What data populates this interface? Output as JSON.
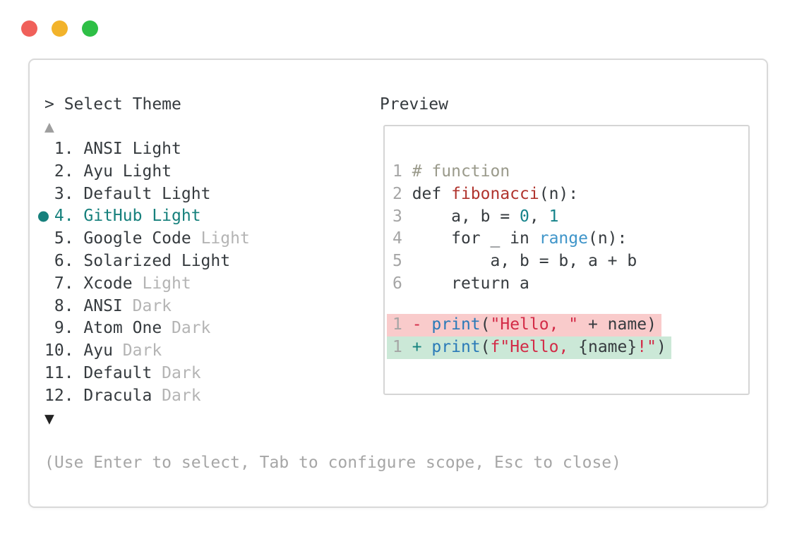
{
  "window": {
    "traffic_lights": [
      {
        "name": "close",
        "color": "#f0605a"
      },
      {
        "name": "minimize",
        "color": "#f2b32b"
      },
      {
        "name": "zoom",
        "color": "#2ebf46"
      }
    ]
  },
  "theme_picker": {
    "prompt": "> Select Theme",
    "scroll_up_icon": "▲",
    "scroll_down_icon": "▼",
    "items": [
      {
        "num": 1,
        "name": "ANSI",
        "variant": "Light",
        "variant_dim": false,
        "selected": false
      },
      {
        "num": 2,
        "name": "Ayu",
        "variant": "Light",
        "variant_dim": false,
        "selected": false
      },
      {
        "num": 3,
        "name": "Default",
        "variant": "Light",
        "variant_dim": false,
        "selected": false
      },
      {
        "num": 4,
        "name": "GitHub",
        "variant": "Light",
        "variant_dim": false,
        "selected": true
      },
      {
        "num": 5,
        "name": "Google Code",
        "variant": "Light",
        "variant_dim": true,
        "selected": false
      },
      {
        "num": 6,
        "name": "Solarized",
        "variant": "Light",
        "variant_dim": false,
        "selected": false
      },
      {
        "num": 7,
        "name": "Xcode",
        "variant": "Light",
        "variant_dim": true,
        "selected": false
      },
      {
        "num": 8,
        "name": "ANSI",
        "variant": "Dark",
        "variant_dim": true,
        "selected": false
      },
      {
        "num": 9,
        "name": "Atom One",
        "variant": "Dark",
        "variant_dim": true,
        "selected": false
      },
      {
        "num": 10,
        "name": "Ayu",
        "variant": "Dark",
        "variant_dim": true,
        "selected": false
      },
      {
        "num": 11,
        "name": "Default",
        "variant": "Dark",
        "variant_dim": true,
        "selected": false
      },
      {
        "num": 12,
        "name": "Dracula",
        "variant": "Dark",
        "variant_dim": true,
        "selected": false
      }
    ],
    "footer_hint": "(Use Enter to select, Tab to configure scope, Esc to close)"
  },
  "preview": {
    "label": "Preview",
    "code_lines": [
      {
        "num": "1",
        "tokens": [
          {
            "t": "# function",
            "c": "comment"
          }
        ]
      },
      {
        "num": "2",
        "tokens": [
          {
            "t": "def ",
            "c": "text"
          },
          {
            "t": "fibonacci",
            "c": "func"
          },
          {
            "t": "(n):",
            "c": "text"
          }
        ]
      },
      {
        "num": "3",
        "tokens": [
          {
            "t": "    a, b = ",
            "c": "text"
          },
          {
            "t": "0",
            "c": "number"
          },
          {
            "t": ", ",
            "c": "text"
          },
          {
            "t": "1",
            "c": "number"
          }
        ]
      },
      {
        "num": "4",
        "tokens": [
          {
            "t": "    for _ in ",
            "c": "text"
          },
          {
            "t": "range",
            "c": "builtin"
          },
          {
            "t": "(n):",
            "c": "text"
          }
        ]
      },
      {
        "num": "5",
        "tokens": [
          {
            "t": "        a, b = b, a + b",
            "c": "text"
          }
        ]
      },
      {
        "num": "6",
        "tokens": [
          {
            "t": "    return a",
            "c": "text"
          }
        ]
      }
    ],
    "diff_lines": [
      {
        "num": "1",
        "sign": "-",
        "type": "removed",
        "tokens": [
          {
            "t": "print",
            "c": "print"
          },
          {
            "t": "(",
            "c": "text"
          },
          {
            "t": "\"Hello, \"",
            "c": "string"
          },
          {
            "t": " + name)",
            "c": "text"
          }
        ]
      },
      {
        "num": "1",
        "sign": "+",
        "type": "added",
        "tokens": [
          {
            "t": "print",
            "c": "print"
          },
          {
            "t": "(",
            "c": "text"
          },
          {
            "t": "f\"Hello, ",
            "c": "string"
          },
          {
            "t": "{name}",
            "c": "text"
          },
          {
            "t": "!\"",
            "c": "string"
          },
          {
            "t": ")",
            "c": "text"
          }
        ]
      }
    ]
  },
  "colors": {
    "accent_teal": "#16807c",
    "text_dark": "#363b3f",
    "text_dim": "#b4b4b4",
    "text_gray": "#a6a6a6",
    "linenum_gray": "#a5a5a5",
    "comment": "#9a9a8b",
    "func_red": "#b0342e",
    "number_teal": "#15838a",
    "builtin_blue": "#3f95c9",
    "print_blue": "#2a7ab8",
    "string_red": "#d32b47",
    "plus_teal": "#16837e",
    "minus_red": "#d32b47",
    "diff_removed_bg": "#f9cbcb",
    "diff_added_bg": "#cbe8d7",
    "border": "#d9d9d9"
  }
}
